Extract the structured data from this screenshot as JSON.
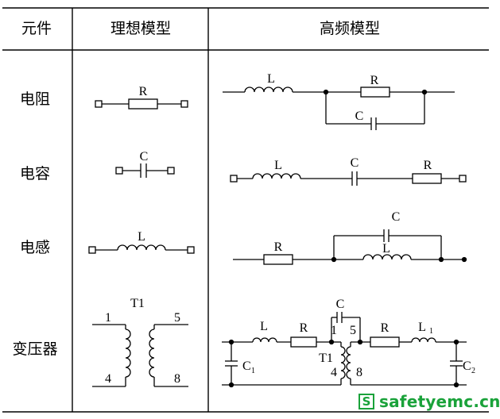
{
  "table": {
    "headers": [
      "元件",
      "理想模型",
      "高频模型"
    ],
    "rows": [
      {
        "component": "电阻"
      },
      {
        "component": "电容"
      },
      {
        "component": "电感"
      },
      {
        "component": "变压器"
      }
    ]
  },
  "symbols": {
    "resistor": "R",
    "capacitor": "C",
    "inductor": "L",
    "transformer": "T1",
    "pin_1": "1",
    "pin_4": "4",
    "pin_5": "5",
    "pin_8": "8",
    "c1_letter": "C",
    "c1_sub": "1",
    "c2_letter": "C",
    "c2_sub": "2",
    "l1_letter": "L",
    "l1_sub": "1"
  },
  "watermark": {
    "icon": "S",
    "text": "safetyemc.cn"
  }
}
